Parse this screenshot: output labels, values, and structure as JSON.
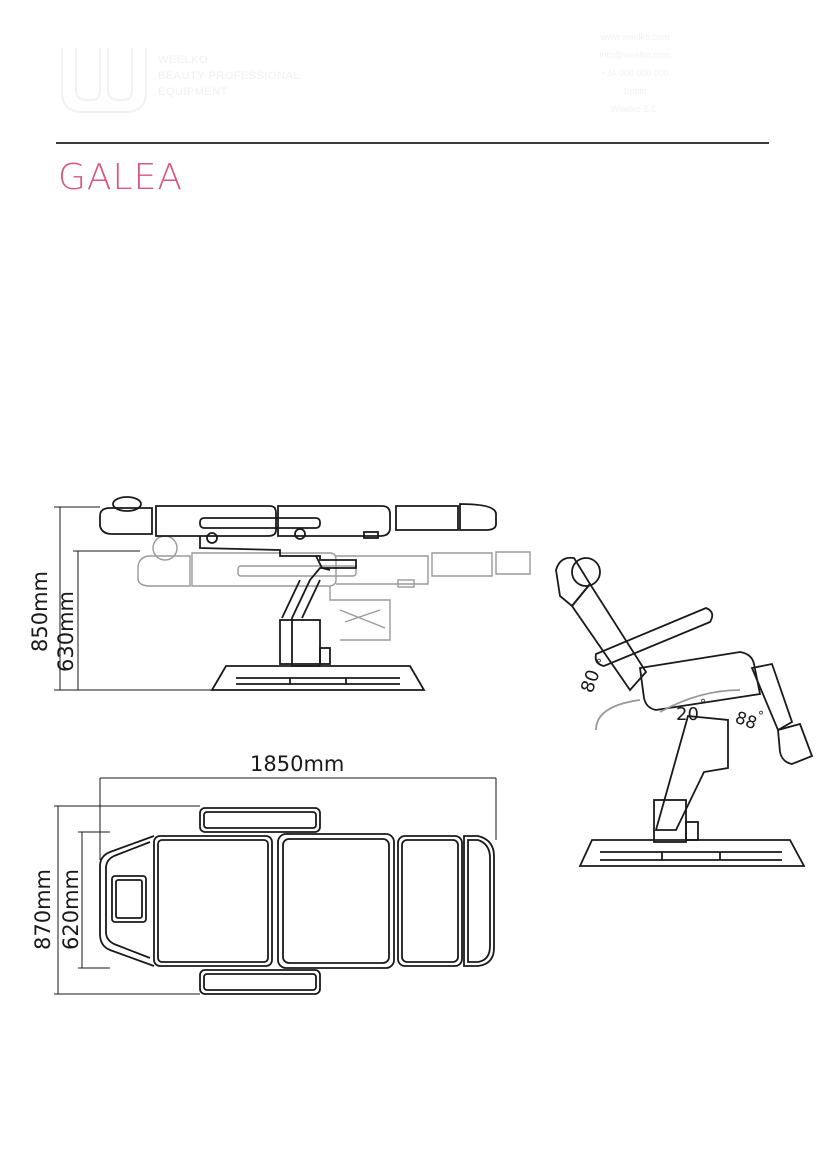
{
  "brand": {
    "logo_name": "logo-mark",
    "tagline_lines": [
      "WEELKO",
      "BEAUTY PROFESSIONAL",
      "EQUIPMENT"
    ],
    "contact_lines": [
      "www.weelko.com",
      "info@weelko.com",
      "+34 000 000 000",
      "Spain",
      "Weelko S.L."
    ]
  },
  "product": {
    "title": "GALEA"
  },
  "dimensions": {
    "side_total_height": "850mm",
    "side_seat_height": "630mm",
    "top_total_length": "1850mm",
    "top_total_width": "870mm",
    "top_seat_width": "620mm"
  },
  "angles": {
    "backrest": "80",
    "seat": "20",
    "legrest": "88",
    "degree_symbol": "°"
  },
  "colors": {
    "accent": "#d9567f",
    "line": "#1a1a1a",
    "ghost": "#9a9a9a",
    "divider": "#3a3a3a"
  }
}
